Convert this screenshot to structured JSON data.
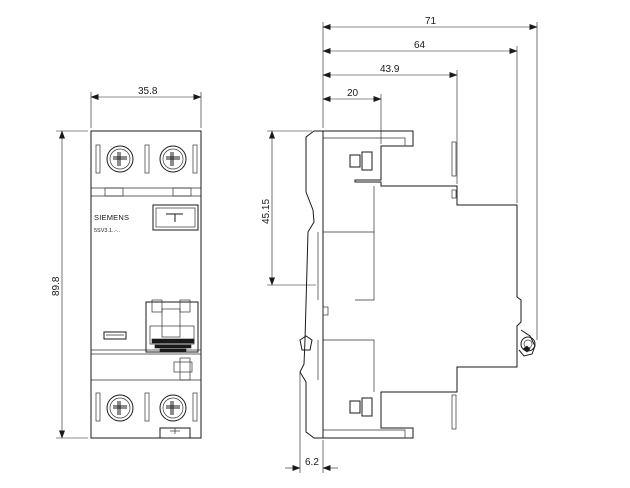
{
  "front_view": {
    "brand": "SIEMENS",
    "model": "5SV3.1..-..",
    "width_label": "35.8",
    "height_label": "89.8"
  },
  "side_view": {
    "overall_label": "71",
    "depth_64_label": "64",
    "depth_43_label": "43.9",
    "depth_20_label": "20",
    "height_half_label": "45.15",
    "offset_label": "6.2"
  }
}
